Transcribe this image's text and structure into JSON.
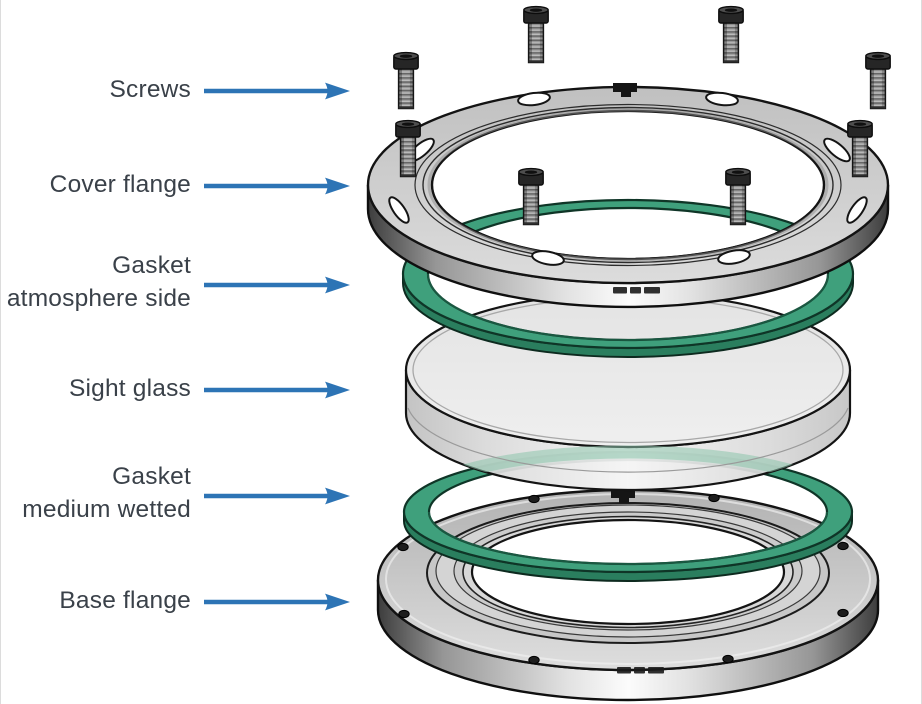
{
  "labels": [
    {
      "id": "screws",
      "lines": [
        "Screws"
      ]
    },
    {
      "id": "cover-flange",
      "lines": [
        "Cover flange"
      ]
    },
    {
      "id": "gasket-atmosphere-side",
      "lines": [
        "Gasket",
        "atmosphere side"
      ]
    },
    {
      "id": "sight-glass",
      "lines": [
        "Sight glass"
      ]
    },
    {
      "id": "gasket-medium-wetted",
      "lines": [
        "Gasket",
        "medium wetted"
      ]
    },
    {
      "id": "base-flange",
      "lines": [
        "Base flange"
      ]
    }
  ],
  "colors": {
    "arrow": "#2D74B5",
    "label_text": "#3A4149",
    "gasket_green": "#3FA07C",
    "gasket_green_dark": "#2A7E5E",
    "glass": "#E9E9E9",
    "metal_light": "#D3D3D3",
    "outline": "#141414",
    "background": "#FFFFFF"
  }
}
